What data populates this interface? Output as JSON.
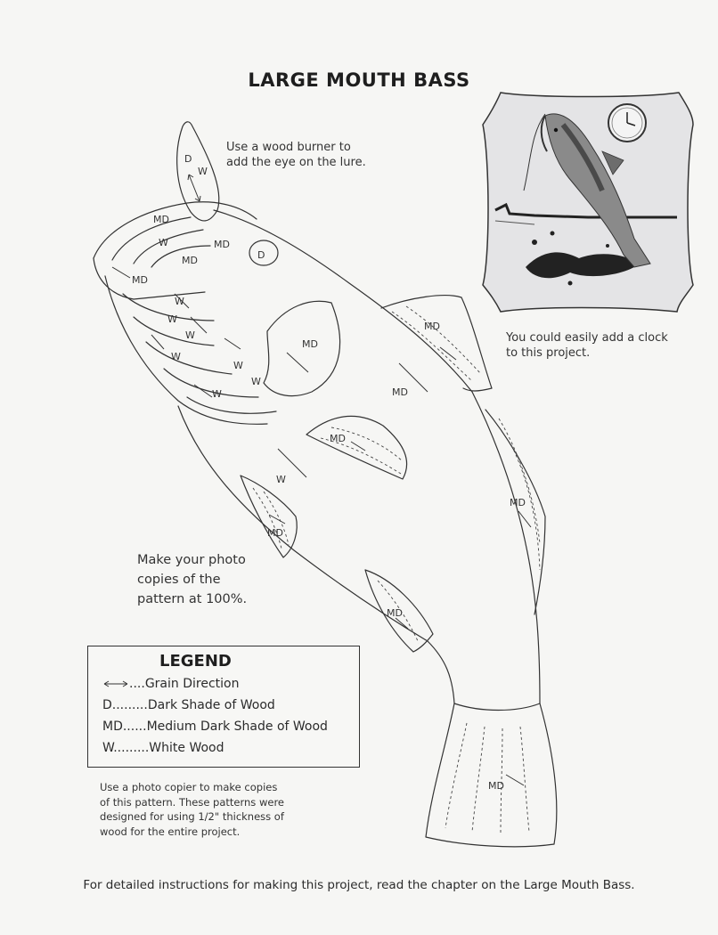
{
  "title": "LARGE MOUTH BASS",
  "notes": {
    "wood_burner": [
      "Use a wood burner to",
      "add the eye on the lure."
    ],
    "clock": [
      "You could easily add a clock",
      "to this project."
    ],
    "photocopy": [
      "Make your photo",
      "copies of the",
      "pattern at 100%."
    ]
  },
  "pattern_labels": {
    "D": "D",
    "MD": "MD",
    "W": "W"
  },
  "legend": {
    "title": "LEGEND",
    "rows": [
      {
        "key": "....",
        "desc": "Grain Direction"
      },
      {
        "key": "D.........",
        "desc": "Dark Shade of Wood"
      },
      {
        "key": "MD......",
        "desc": "Medium Dark Shade of Wood"
      },
      {
        "key": "W.........",
        "desc": "White Wood"
      }
    ]
  },
  "copier_note": [
    "Use a photo copier to make copies",
    "of this pattern. These patterns were",
    "designed for using 1/2\" thickness of",
    "wood for the entire project."
  ],
  "footer": "For detailed instructions for making this project, read the chapter on the Large Mouth Bass.",
  "colors": {
    "paper": "#f6f6f4",
    "ink": "#2b2b2b",
    "preview_background": "#e4e4e6",
    "fish_dark": "#4a4a4a",
    "fish_mid": "#8a8a8a"
  }
}
